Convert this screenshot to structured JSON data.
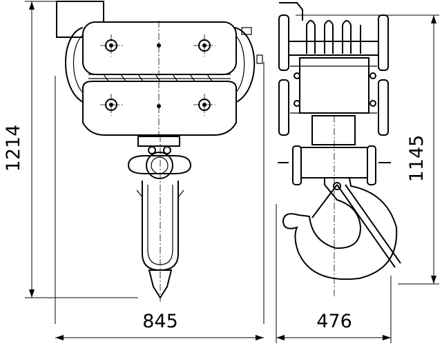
{
  "dimensions": {
    "total_height": "1214",
    "front_width": "845",
    "side_width": "476",
    "side_height": "1145"
  }
}
